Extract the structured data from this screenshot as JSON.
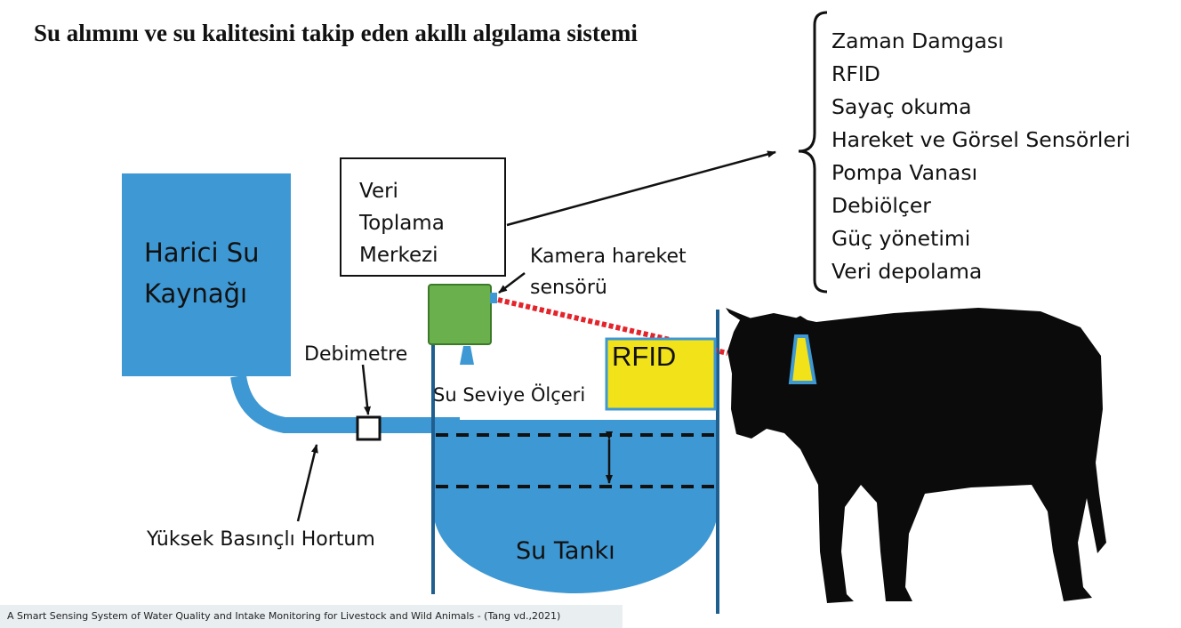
{
  "title": "Su alımını ve su kalitesini takip eden akıllı algılama sistemi",
  "data_center_lines": [
    "Veri",
    "Toplama",
    "Merkezi"
  ],
  "components": [
    "Zaman Damgası",
    "RFID",
    "Sayaç okuma",
    "Hareket ve Görsel Sensörleri",
    "Pompa Vanası",
    "Debiölçer",
    "Güç yönetimi",
    "Veri depolama"
  ],
  "source_lines": [
    "Harici Su",
    "Kaynağı"
  ],
  "labels": {
    "flowmeter": "Debimetre",
    "hose": "Yüksek Basınçlı Hortum",
    "camera_line1": "Kamera hareket",
    "camera_line2": "sensörü",
    "level_gauge": "Su Seviye Ölçeri",
    "rfid": "RFID",
    "tank": "Su Tankı"
  },
  "caption": "A Smart Sensing System of Water Quality and Intake Monitoring for Livestock and Wild Animals - (Tang vd.,2021)",
  "colors": {
    "water_blue": "#3e98d3",
    "camera_green": "#6ab04c",
    "rfid_yellow": "#f2e21a",
    "laser_red": "#e3242b",
    "cow_black": "#0b0b0b"
  },
  "icons": [
    "cow-icon",
    "ear-tag-icon",
    "camera-icon"
  ]
}
